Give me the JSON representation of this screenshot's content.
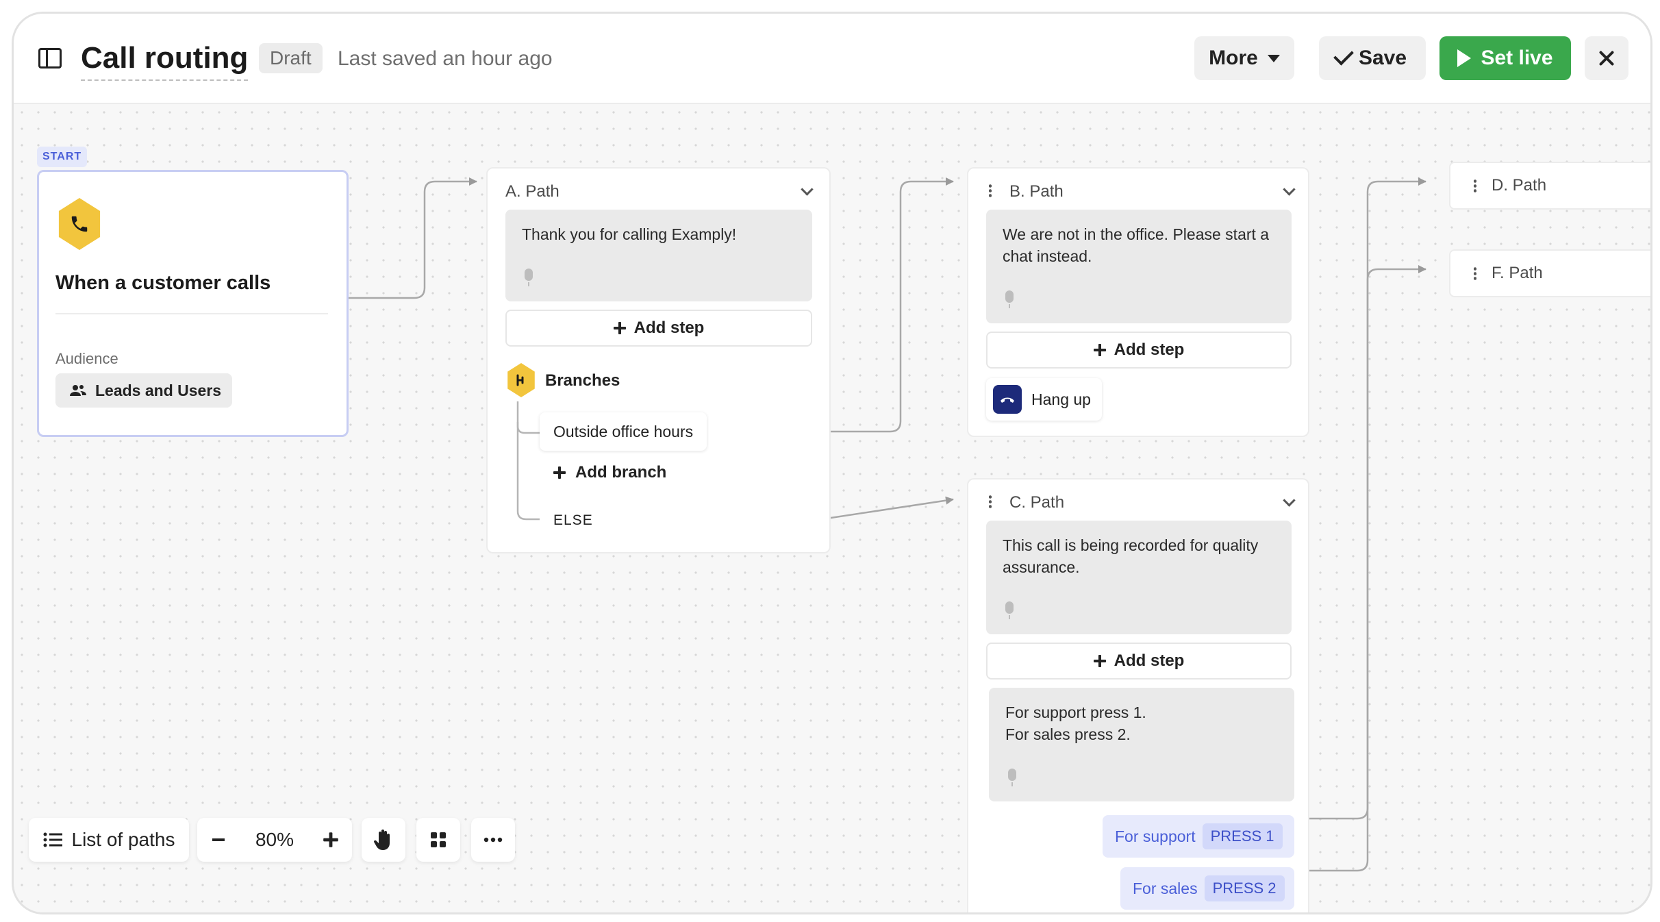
{
  "header": {
    "title": "Call routing",
    "status": "Draft",
    "last_saved": "Last saved an hour ago",
    "more_label": "More",
    "save_label": "Save",
    "set_live_label": "Set live"
  },
  "start": {
    "tag": "START",
    "trigger": "When a customer calls",
    "audience_label": "Audience",
    "audience_value": "Leads and Users"
  },
  "path_a": {
    "title": "A. Path",
    "message": "Thank you for calling Examply!",
    "add_step": "Add step",
    "branches_label": "Branches",
    "branch_1": "Outside office hours",
    "add_branch": "Add branch",
    "else_label": "ELSE"
  },
  "path_b": {
    "title": "B. Path",
    "message": "We are not in the office. Please start a chat instead.",
    "add_step": "Add step",
    "hang_up": "Hang up"
  },
  "path_c": {
    "title": "C. Path",
    "message": "This call is being recorded for quality assurance.",
    "add_step": "Add step",
    "menu_line_1": "For support press 1.",
    "menu_line_2": "For sales press 2.",
    "option_1_label": "For support",
    "option_1_key": "PRESS 1",
    "option_2_label": "For sales",
    "option_2_key": "PRESS 2"
  },
  "path_d": {
    "title": "D. Path"
  },
  "path_f": {
    "title": "F. Path"
  },
  "toolbar": {
    "list_of_paths": "List of paths",
    "zoom_level": "80%"
  },
  "colors": {
    "accent_green": "#3aa84c",
    "start_border": "#c7cdf3",
    "chip_blue": "#4a5fd8",
    "hex_yellow": "#f2c53d"
  }
}
